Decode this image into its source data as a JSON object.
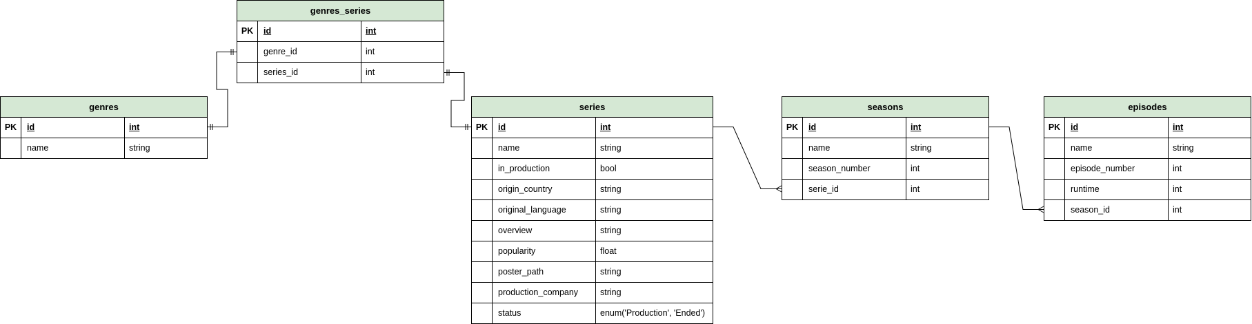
{
  "entities": [
    {
      "id": "genres_series",
      "title": "genres_series",
      "rows": [
        {
          "key": "PK",
          "name": "id",
          "type": "int",
          "pk": true
        },
        {
          "key": "",
          "name": "genre_id",
          "type": "int",
          "pk": false
        },
        {
          "key": "",
          "name": "series_id",
          "type": "int",
          "pk": false
        }
      ]
    },
    {
      "id": "genres",
      "title": "genres",
      "rows": [
        {
          "key": "PK",
          "name": "id",
          "type": "int",
          "pk": true
        },
        {
          "key": "",
          "name": "name",
          "type": "string",
          "pk": false
        }
      ]
    },
    {
      "id": "series",
      "title": "series",
      "rows": [
        {
          "key": "PK",
          "name": "id",
          "type": "int",
          "pk": true
        },
        {
          "key": "",
          "name": "name",
          "type": "string",
          "pk": false
        },
        {
          "key": "",
          "name": "in_production",
          "type": "bool",
          "pk": false
        },
        {
          "key": "",
          "name": "origin_country",
          "type": "string",
          "pk": false
        },
        {
          "key": "",
          "name": "original_language",
          "type": "string",
          "pk": false
        },
        {
          "key": "",
          "name": "overview",
          "type": "string",
          "pk": false
        },
        {
          "key": "",
          "name": "popularity",
          "type": "float",
          "pk": false
        },
        {
          "key": "",
          "name": "poster_path",
          "type": "string",
          "pk": false
        },
        {
          "key": "",
          "name": "production_company",
          "type": "string",
          "pk": false
        },
        {
          "key": "",
          "name": "status",
          "type": "enum('Production', 'Ended')",
          "pk": false
        }
      ]
    },
    {
      "id": "seasons",
      "title": "seasons",
      "rows": [
        {
          "key": "PK",
          "name": "id",
          "type": "int",
          "pk": true
        },
        {
          "key": "",
          "name": "name",
          "type": "string",
          "pk": false
        },
        {
          "key": "",
          "name": "season_number",
          "type": "int",
          "pk": false
        },
        {
          "key": "",
          "name": "serie_id",
          "type": "int",
          "pk": false
        }
      ]
    },
    {
      "id": "episodes",
      "title": "episodes",
      "rows": [
        {
          "key": "PK",
          "name": "id",
          "type": "int",
          "pk": true
        },
        {
          "key": "",
          "name": "name",
          "type": "string",
          "pk": false
        },
        {
          "key": "",
          "name": "episode_number",
          "type": "int",
          "pk": false
        },
        {
          "key": "",
          "name": "runtime",
          "type": "int",
          "pk": false
        },
        {
          "key": "",
          "name": "season_id",
          "type": "int",
          "pk": false
        }
      ]
    }
  ],
  "relationships": [
    {
      "from": "genres.id",
      "to": "genres_series.genre_id",
      "from_cardinality": "one",
      "to_cardinality": "one"
    },
    {
      "from": "genres_series.series_id",
      "to": "series.id",
      "from_cardinality": "one",
      "to_cardinality": "one"
    },
    {
      "from": "series.id",
      "to": "seasons.serie_id",
      "from_cardinality": "one",
      "to_cardinality": "many"
    },
    {
      "from": "seasons.id",
      "to": "episodes.season_id",
      "from_cardinality": "one",
      "to_cardinality": "many"
    }
  ]
}
